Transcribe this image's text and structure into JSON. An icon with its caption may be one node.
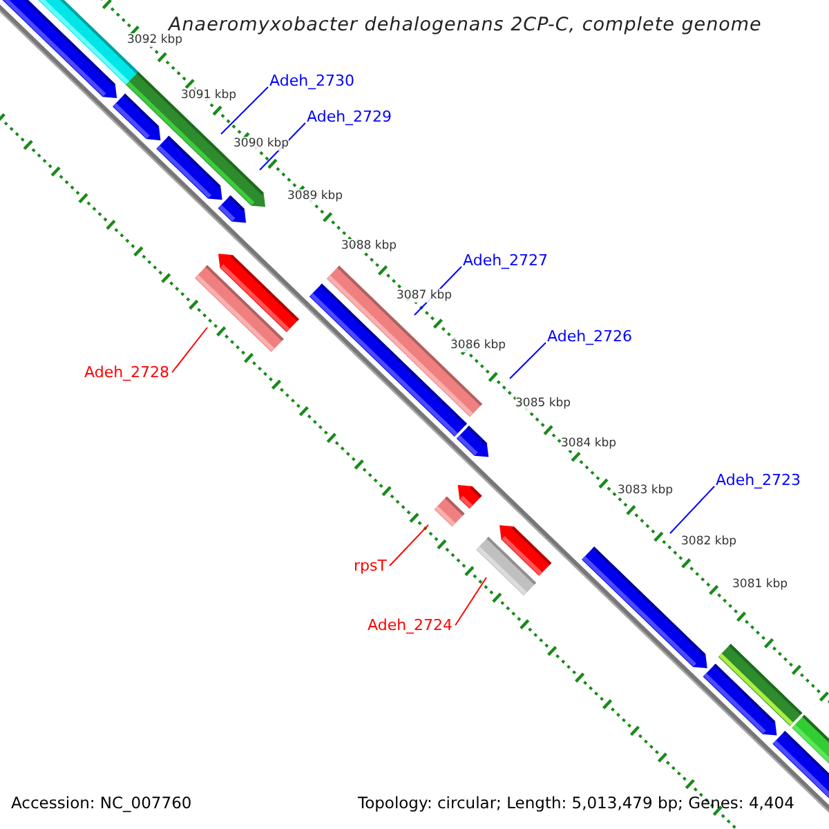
{
  "diagram": {
    "title": "Anaeromyxobacter dehalogenans 2CP-C, complete genome",
    "nodes": [
      {
        "text": [
          "Adeh_2730"
        ]
      },
      {
        "text": [
          "Adeh_2729"
        ]
      },
      {
        "text": [
          "Adeh_2727"
        ]
      },
      {
        "text": [
          "Adeh_2728"
        ]
      },
      {
        "text": [
          "Adeh_2726"
        ]
      },
      {
        "text": [
          "rpsT"
        ]
      },
      {
        "text": [
          "Adeh_2723"
        ]
      },
      {
        "text": [
          "Adeh_2724"
        ]
      }
    ],
    "edges": [
      {
        "from": 0,
        "to": null,
        "arrow": "none"
      },
      {
        "from": 1,
        "to": null,
        "arrow": "none"
      },
      {
        "from": 2,
        "to": null,
        "arrow": "none"
      },
      {
        "from": 3,
        "to": null,
        "arrow": "none",
        "color": "#ff0000"
      },
      {
        "from": 4,
        "to": null,
        "arrow": "none"
      },
      {
        "from": 5,
        "to": null,
        "arrow": "none",
        "color": "#ff0000"
      },
      {
        "from": 6,
        "to": null,
        "arrow": "none"
      },
      {
        "from": 7,
        "to": null,
        "arrow": "none",
        "color": "#ff0000"
      }
    ],
    "labels": [
      "3092 kbp",
      "3091 kbp",
      "3090 kbp",
      "3089 kbp",
      "3088 kbp",
      "3087 kbp",
      "3086 kbp",
      "3085 kbp",
      "3084 kbp",
      "3083 kbp",
      "3082 kbp",
      "3081 kbp",
      "Accession: NC_007760",
      "Topology: circular; Length: 5,013,479 bp; Genes: 4,404"
    ]
  }
}
